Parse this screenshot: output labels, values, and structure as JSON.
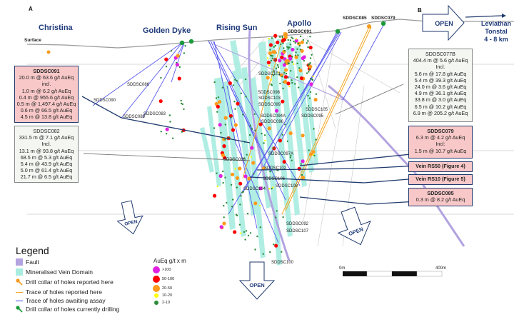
{
  "section_labels": {
    "left": "A",
    "right": "B"
  },
  "surface_label": "Surface",
  "prospects": [
    {
      "name": "Christina"
    },
    {
      "name": "Golden Dyke"
    },
    {
      "name": "Rising Sun"
    },
    {
      "name": "Apollo"
    }
  ],
  "collar_labels": {
    "apollo_hole": "SDDSC091",
    "hole_a": "SDDSC085",
    "hole_b": "SDDSC079"
  },
  "open_arrows": [
    {
      "label": "OPEN",
      "direction": "east"
    },
    {
      "label": "OPEN",
      "direction": "down-left"
    },
    {
      "label": "OPEN",
      "direction": "down"
    },
    {
      "label": "OPEN",
      "direction": "down-right"
    }
  ],
  "leviathan": {
    "line1": "Leviathan",
    "line2": "Tonstal",
    "line3": "4 - 8 km"
  },
  "hole_labels": [
    "SDDSC090",
    "SDDSC089",
    "SDDSC083",
    "SDDSC086",
    "SDDSC101",
    "SDDSC098",
    "SDDSC103",
    "SDDSC099",
    "SDDSC094A",
    "SDDSC096",
    "SDDSC105",
    "SDDSC095",
    "SDDSC097A",
    "SDDSC093",
    "SDDSC102",
    "SDDSC106",
    "SDDSC108",
    "SDDSC104",
    "SDDSC092",
    "SDDSC107",
    "SDDSC100"
  ],
  "callouts": {
    "sddsc091": {
      "title": "SDDSC091",
      "lines": [
        "20.0 m @ 63.6 g/t AuEq",
        "incl.",
        "1.0 m @ 6.2 g/t AuEq",
        "0.4 m @ 955.6 g/t AuEq",
        "0.5 m @ 1,497.4 g/t AuEq",
        "0.6 m @ 66.5 g/t AuEq",
        "4.5 m @ 13.8 g/t AuEq"
      ]
    },
    "sddsc082": {
      "title": "SDDSC082",
      "lines": [
        "331.5 m @ 7.1 g/t AuEq",
        "Incl.",
        "13.1 m @ 93.8 g/t AuEq",
        "68.5 m @ 5.3 g/t AuEq",
        "5.4 m @ 43.9 g/t AuEq",
        "5.0 m @ 61.4 g/t AuEq",
        "21.7 m @ 6.5 g/t AuEq"
      ]
    },
    "sddsc077b": {
      "title": "SDDSC077B",
      "lines": [
        "404.4 m @ 5.6 g/t AuEq",
        "Incl.",
        "5.6 m @ 17.8 g/t AuEq",
        "5.4 m @ 39.3 g/t AuEq",
        "24.0 m @ 3.6 g/t AuEq",
        "4.9 m @ 36.1 g/t AuEq",
        "33.8 m @ 3.0 g/t AuEq",
        "6.5 m @ 10.2 g/t AuEq",
        "6.9 m @ 205.2 g/t AuEq"
      ]
    },
    "sddsc079": {
      "title": "SDDSC079",
      "lines": [
        "6.3 m @ 4.2 g/t AuEq",
        "Incl:",
        "1.5 m @ 10.7 g/t AuEq"
      ]
    },
    "vein_rs50": {
      "title": "Vein RS50 (Figure 4)"
    },
    "vein_rs10": {
      "title": "Vein RS10 (Figure 5)"
    },
    "sddsc085": {
      "title": "SDDSC085",
      "lines": [
        "0.3 m @ 8.2 g/t AuEq"
      ]
    }
  },
  "legend": {
    "title": "Legend",
    "items": [
      {
        "label": "Fault",
        "symbol": "fault-swatch",
        "color": "#b3a3e0"
      },
      {
        "label": "Mineralised Vein Domain",
        "symbol": "vein-swatch",
        "color": "#a8ede0"
      },
      {
        "label": "Drill collar of holes reported here",
        "symbol": "orange-collar",
        "color": "#f59a1c"
      },
      {
        "label": "Trace of holes reported here",
        "symbol": "orange-line",
        "color": "#f5a623"
      },
      {
        "label": "Trace of holes awaiting assay",
        "symbol": "blue-line",
        "color": "#3a3af0"
      },
      {
        "label": "Drill collar of holes currently drilling",
        "symbol": "green-collar",
        "color": "#1a9a3a"
      }
    ]
  },
  "grade_legend": {
    "title": "AuEq g/t x m",
    "items": [
      {
        "label": ">100",
        "color": "#e020e0"
      },
      {
        "label": "50-100",
        "color": "#ff0000"
      },
      {
        "label": "20-50",
        "color": "#ff9a1a"
      },
      {
        "label": "10-20",
        "color": "#ffff00"
      },
      {
        "label": "2-10",
        "color": "#2e8b3a"
      }
    ]
  },
  "scale_bar": {
    "start_label": "0m",
    "end_label": "400m"
  },
  "colors": {
    "place_name": "#1f3a7a",
    "callout_red_fill": "#f8c8c8",
    "callout_border": "#1f3a6e",
    "vein": "#a8ede0",
    "fault": "#b3a3e0",
    "pointer_line": "#1f3a6e"
  }
}
